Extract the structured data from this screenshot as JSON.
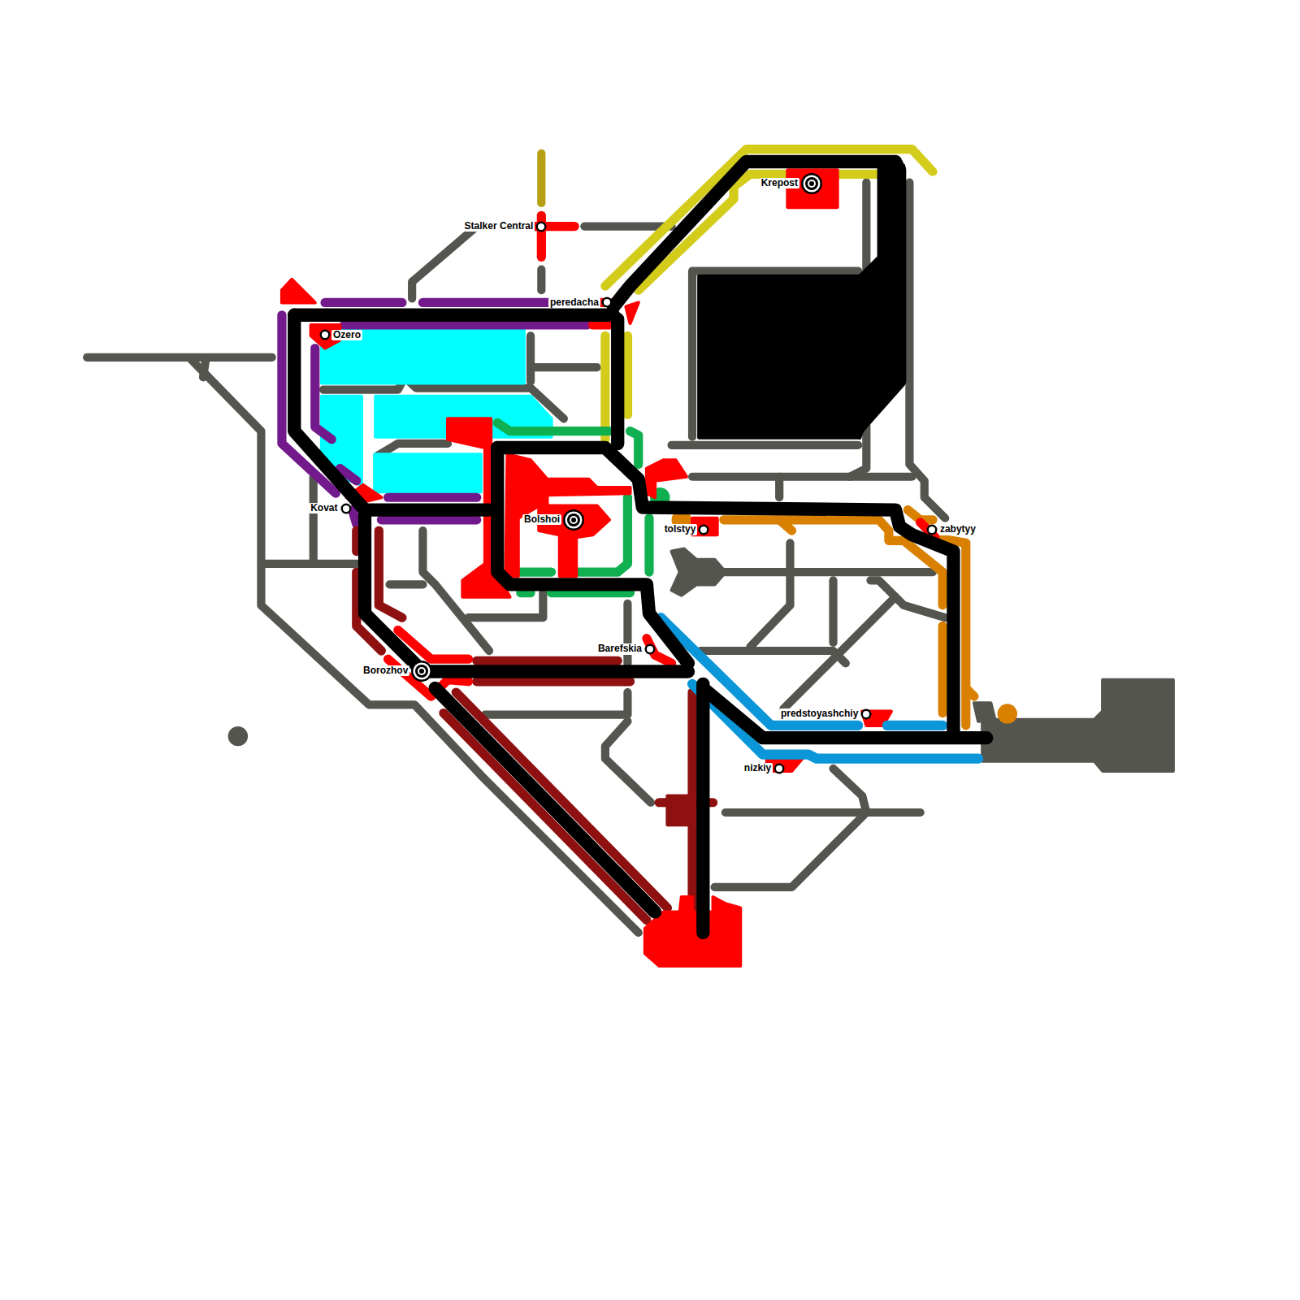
{
  "diagram": {
    "nodes": [
      {
        "text": [
          "Krepost"
        ]
      },
      {
        "text": [
          "Stalker Central"
        ]
      },
      {
        "text": [
          "peredacha"
        ]
      },
      {
        "text": [
          "Ozero"
        ]
      },
      {
        "text": [
          "Kovat"
        ]
      },
      {
        "text": [
          "Bolshoi"
        ]
      },
      {
        "text": [
          "tolstyy"
        ]
      },
      {
        "text": [
          "zabytyy"
        ]
      },
      {
        "text": [
          "Barefskia"
        ]
      },
      {
        "text": [
          "Borozhov"
        ]
      },
      {
        "text": [
          "predstoyashchiy"
        ]
      },
      {
        "text": [
          "nizkiy"
        ]
      }
    ]
  }
}
